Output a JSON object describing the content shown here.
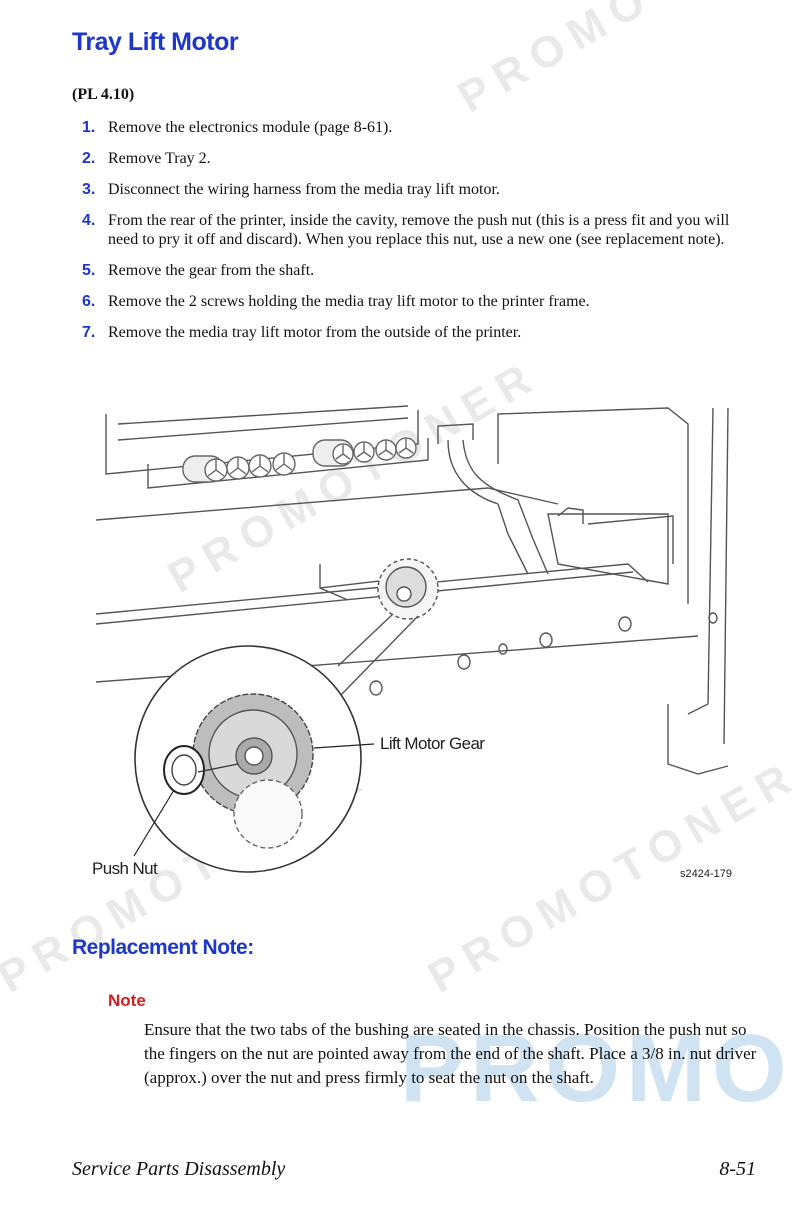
{
  "watermark": {
    "text": "PROMOTONER",
    "large_text": "PROMO"
  },
  "page": {
    "title": "Tray Lift Motor",
    "reference": "(PL 4.10)",
    "steps": [
      {
        "number": "1.",
        "text": "Remove the electronics module (page 8-61)."
      },
      {
        "number": "2.",
        "text": "Remove Tray 2."
      },
      {
        "number": "3.",
        "text": "Disconnect the wiring harness from the media tray lift motor."
      },
      {
        "number": "4.",
        "text": "From the rear of the printer, inside the cavity, remove the push nut (this is a press fit and you will need to pry it off and discard). When you replace this nut, use a new one (see replacement note)."
      },
      {
        "number": "5.",
        "text": "Remove the gear from the shaft."
      },
      {
        "number": "6.",
        "text": "Remove the 2 screws holding the media tray lift motor to the printer frame."
      },
      {
        "number": "7.",
        "text": "Remove the media tray lift motor from the outside of the printer."
      }
    ],
    "figure": {
      "callout_gear": "Lift Motor Gear",
      "callout_nut": "Push Nut",
      "figure_id": "s2424-179"
    },
    "replacement": {
      "heading": "Replacement Note:",
      "note_label": "Note",
      "note_text": "Ensure that the two tabs of the bushing are seated in the chassis. Position the push nut so the fingers on the nut are pointed away from the end of the shaft. Place a 3/8 in. nut driver (approx.) over the nut and press firmly to seat the nut on the shaft."
    },
    "footer": {
      "section": "Service Parts Disassembly",
      "page_number": "8-51"
    }
  }
}
